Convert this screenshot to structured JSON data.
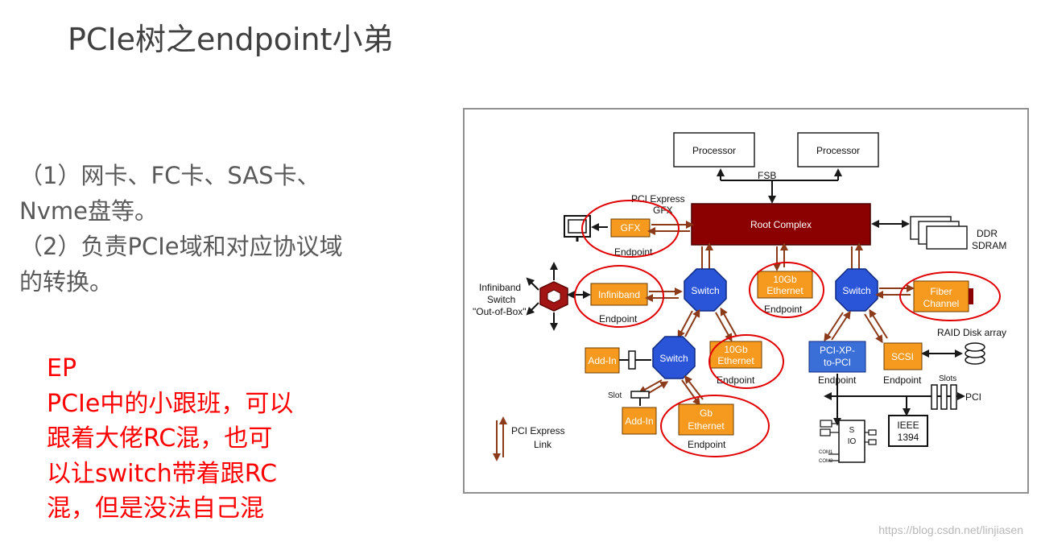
{
  "title": "PCIe树之endpoint小弟",
  "description": {
    "lines": [
      "（1）网卡、FC卡、SAS卡、",
      "Nvme盘等。",
      "（2）负责PCIe域和对应协议域",
      "的转换。"
    ]
  },
  "ep_note": {
    "lines": [
      "EP",
      "PCIe中的小跟班，可以",
      "跟着大佬RC混，也可",
      "以让switch带着跟RC",
      "混，但是没法自己混"
    ]
  },
  "diagram": {
    "processor_1": "Processor",
    "processor_2": "Processor",
    "fsb": "FSB",
    "pci_express_gfx_1": "PCI Express",
    "pci_express_gfx_2": "GFX",
    "gfx": "GFX",
    "root_complex": "Root Complex",
    "ddr_1": "DDR",
    "ddr_2": "SDRAM",
    "endpoint_gfx": "Endpoint",
    "infiniband_switch_1": "Infiniband",
    "infiniband_switch_2": "Switch",
    "infiniband_switch_3": "\"Out-of-Box\"",
    "infiniband": "Infiniband",
    "endpoint_infiniband": "Endpoint",
    "switch_1": "Switch",
    "ethernet10_a_1": "10Gb",
    "ethernet10_a_2": "Ethernet",
    "endpoint_ethernet10_a": "Endpoint",
    "switch_2": "Switch",
    "fiber_1": "Fiber",
    "fiber_2": "Channel",
    "raid": "RAID Disk array",
    "add_in_1": "Add-In",
    "switch_3": "Switch",
    "ethernet10_b_1": "10Gb",
    "ethernet10_b_2": "Ethernet",
    "endpoint_ethernet10_b": "Endpoint",
    "pcixp_1": "PCI-XP-",
    "pcixp_2": "to-PCI",
    "endpoint_pcixp": "Endpoint",
    "scsi": "SCSI",
    "endpoint_scsi": "Endpoint",
    "slots": "Slots",
    "pci": "PCI",
    "slot": "Slot",
    "add_in_2": "Add-In",
    "gb_1": "Gb",
    "gb_2": "Ethernet",
    "endpoint_gb": "Endpoint",
    "pci_express_link_1": "PCI Express",
    "pci_express_link_2": "Link",
    "sio_1": "S",
    "sio_2": "IO",
    "com1": "COM1",
    "com2": "COM2",
    "ieee_1": "IEEE",
    "ieee_2": "1394"
  },
  "watermark": "https://blog.csdn.net/linjiasen",
  "colors": {
    "title": "#404040",
    "description": "#595959",
    "ep_note": "#ff0000",
    "root_complex": "#8b0000",
    "device_orange": "#f59a1e",
    "switch_blue": "#2b55d8",
    "bridge_blue": "#3a6fd8",
    "highlight_circle": "#e00000",
    "link_brown": "#8b3a1a"
  }
}
